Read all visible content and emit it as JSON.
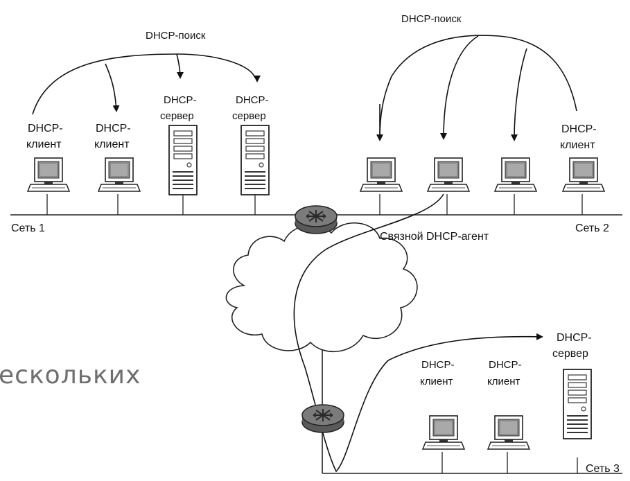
{
  "networks": {
    "net1": "Сеть 1",
    "net2": "Сеть 2",
    "net3": "Сеть 3"
  },
  "labels": {
    "discover_left": "DHCP-поиск",
    "discover_right": "DHCP-поиск",
    "relay_agent": "Связной DHCP-агент",
    "client_line1": "DHCP-",
    "client_line2": "клиент",
    "server_line1": "DHCP-",
    "server_line2": "сервер"
  },
  "watermark": "ескольких",
  "icons": {
    "computer": "computer-icon",
    "server": "server-icon",
    "router": "router-icon",
    "cloud": "cloud-icon"
  }
}
